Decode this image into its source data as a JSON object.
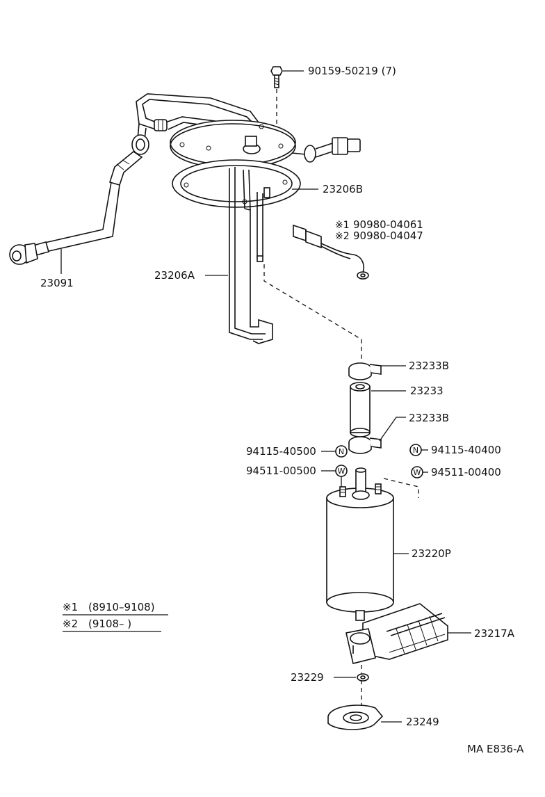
{
  "labels": {
    "bolt": "90159-50219 (7)",
    "gasket": "23206B",
    "sender_1": "90980-04061",
    "sender_2": "90980-04047",
    "sender_1_mark": "※1",
    "sender_2_mark": "※2",
    "tube_assy": "23091",
    "bracket": "23206A",
    "clamp_upper": "23233B",
    "hose": "23233",
    "clamp_lower": "23233B",
    "nut_left": "94115-40500",
    "nut_right": "94115-40400",
    "washer_left": "94511-00500",
    "washer_right": "94511-00400",
    "pump": "23220P",
    "filter": "23217A",
    "ring": "23229",
    "cushion": "23249"
  },
  "symbols": {
    "nut": "N",
    "washer": "W"
  },
  "legend": {
    "row1_mark": "※1",
    "row1_text": "(8910–9108)",
    "row2_mark": "※2",
    "row2_text": "(9108–      )"
  },
  "footer": {
    "code": "MA E836-A"
  }
}
